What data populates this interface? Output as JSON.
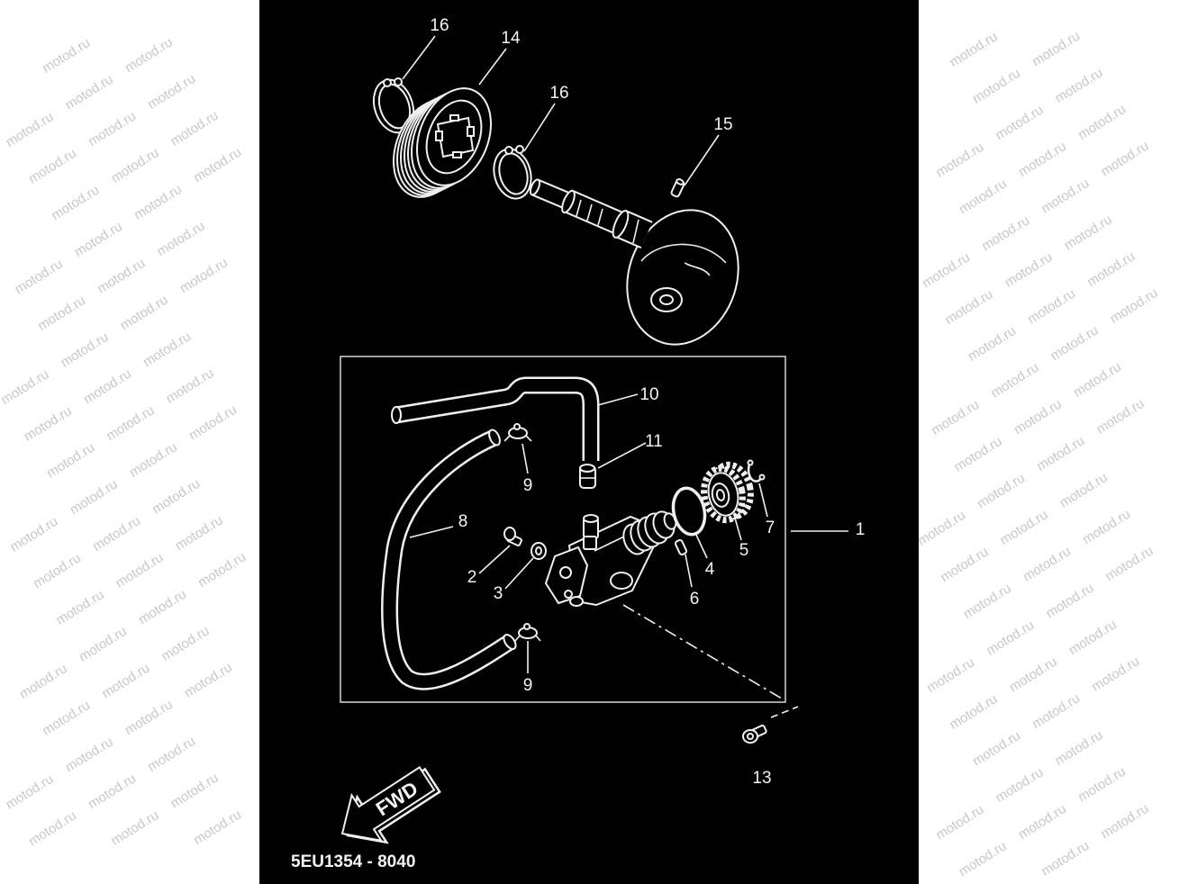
{
  "watermark": "motod.ru",
  "diagram_code": "5EU1354 - 8040",
  "fwd_label": "FWD",
  "part_labels": [
    "16",
    "14",
    "16",
    "15",
    "10",
    "11",
    "9",
    "8",
    "7",
    "1",
    "5",
    "4",
    "2",
    "3",
    "6",
    "9",
    "13"
  ],
  "colors": {
    "page": "#ffffff",
    "panel": "#000000",
    "line": "#f0f0f0",
    "watermark": "#c8c8c8"
  }
}
